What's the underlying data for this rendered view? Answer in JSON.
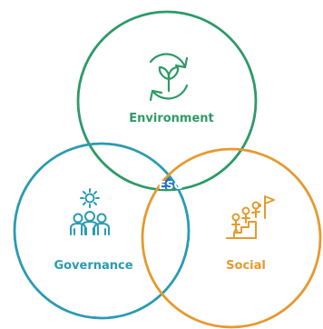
{
  "center": {
    "label": "ESG",
    "color": "#1f6fd1"
  },
  "circles": [
    {
      "key": "environment",
      "label": "Environment",
      "color": "#2e9a67",
      "icon": "recycle-plant-icon"
    },
    {
      "key": "governance",
      "label": "Governance",
      "color": "#2a9bb3",
      "icon": "people-gear-icon"
    },
    {
      "key": "social",
      "label": "Social",
      "color": "#e59a2f",
      "icon": "team-climbing-flag-icon"
    }
  ]
}
